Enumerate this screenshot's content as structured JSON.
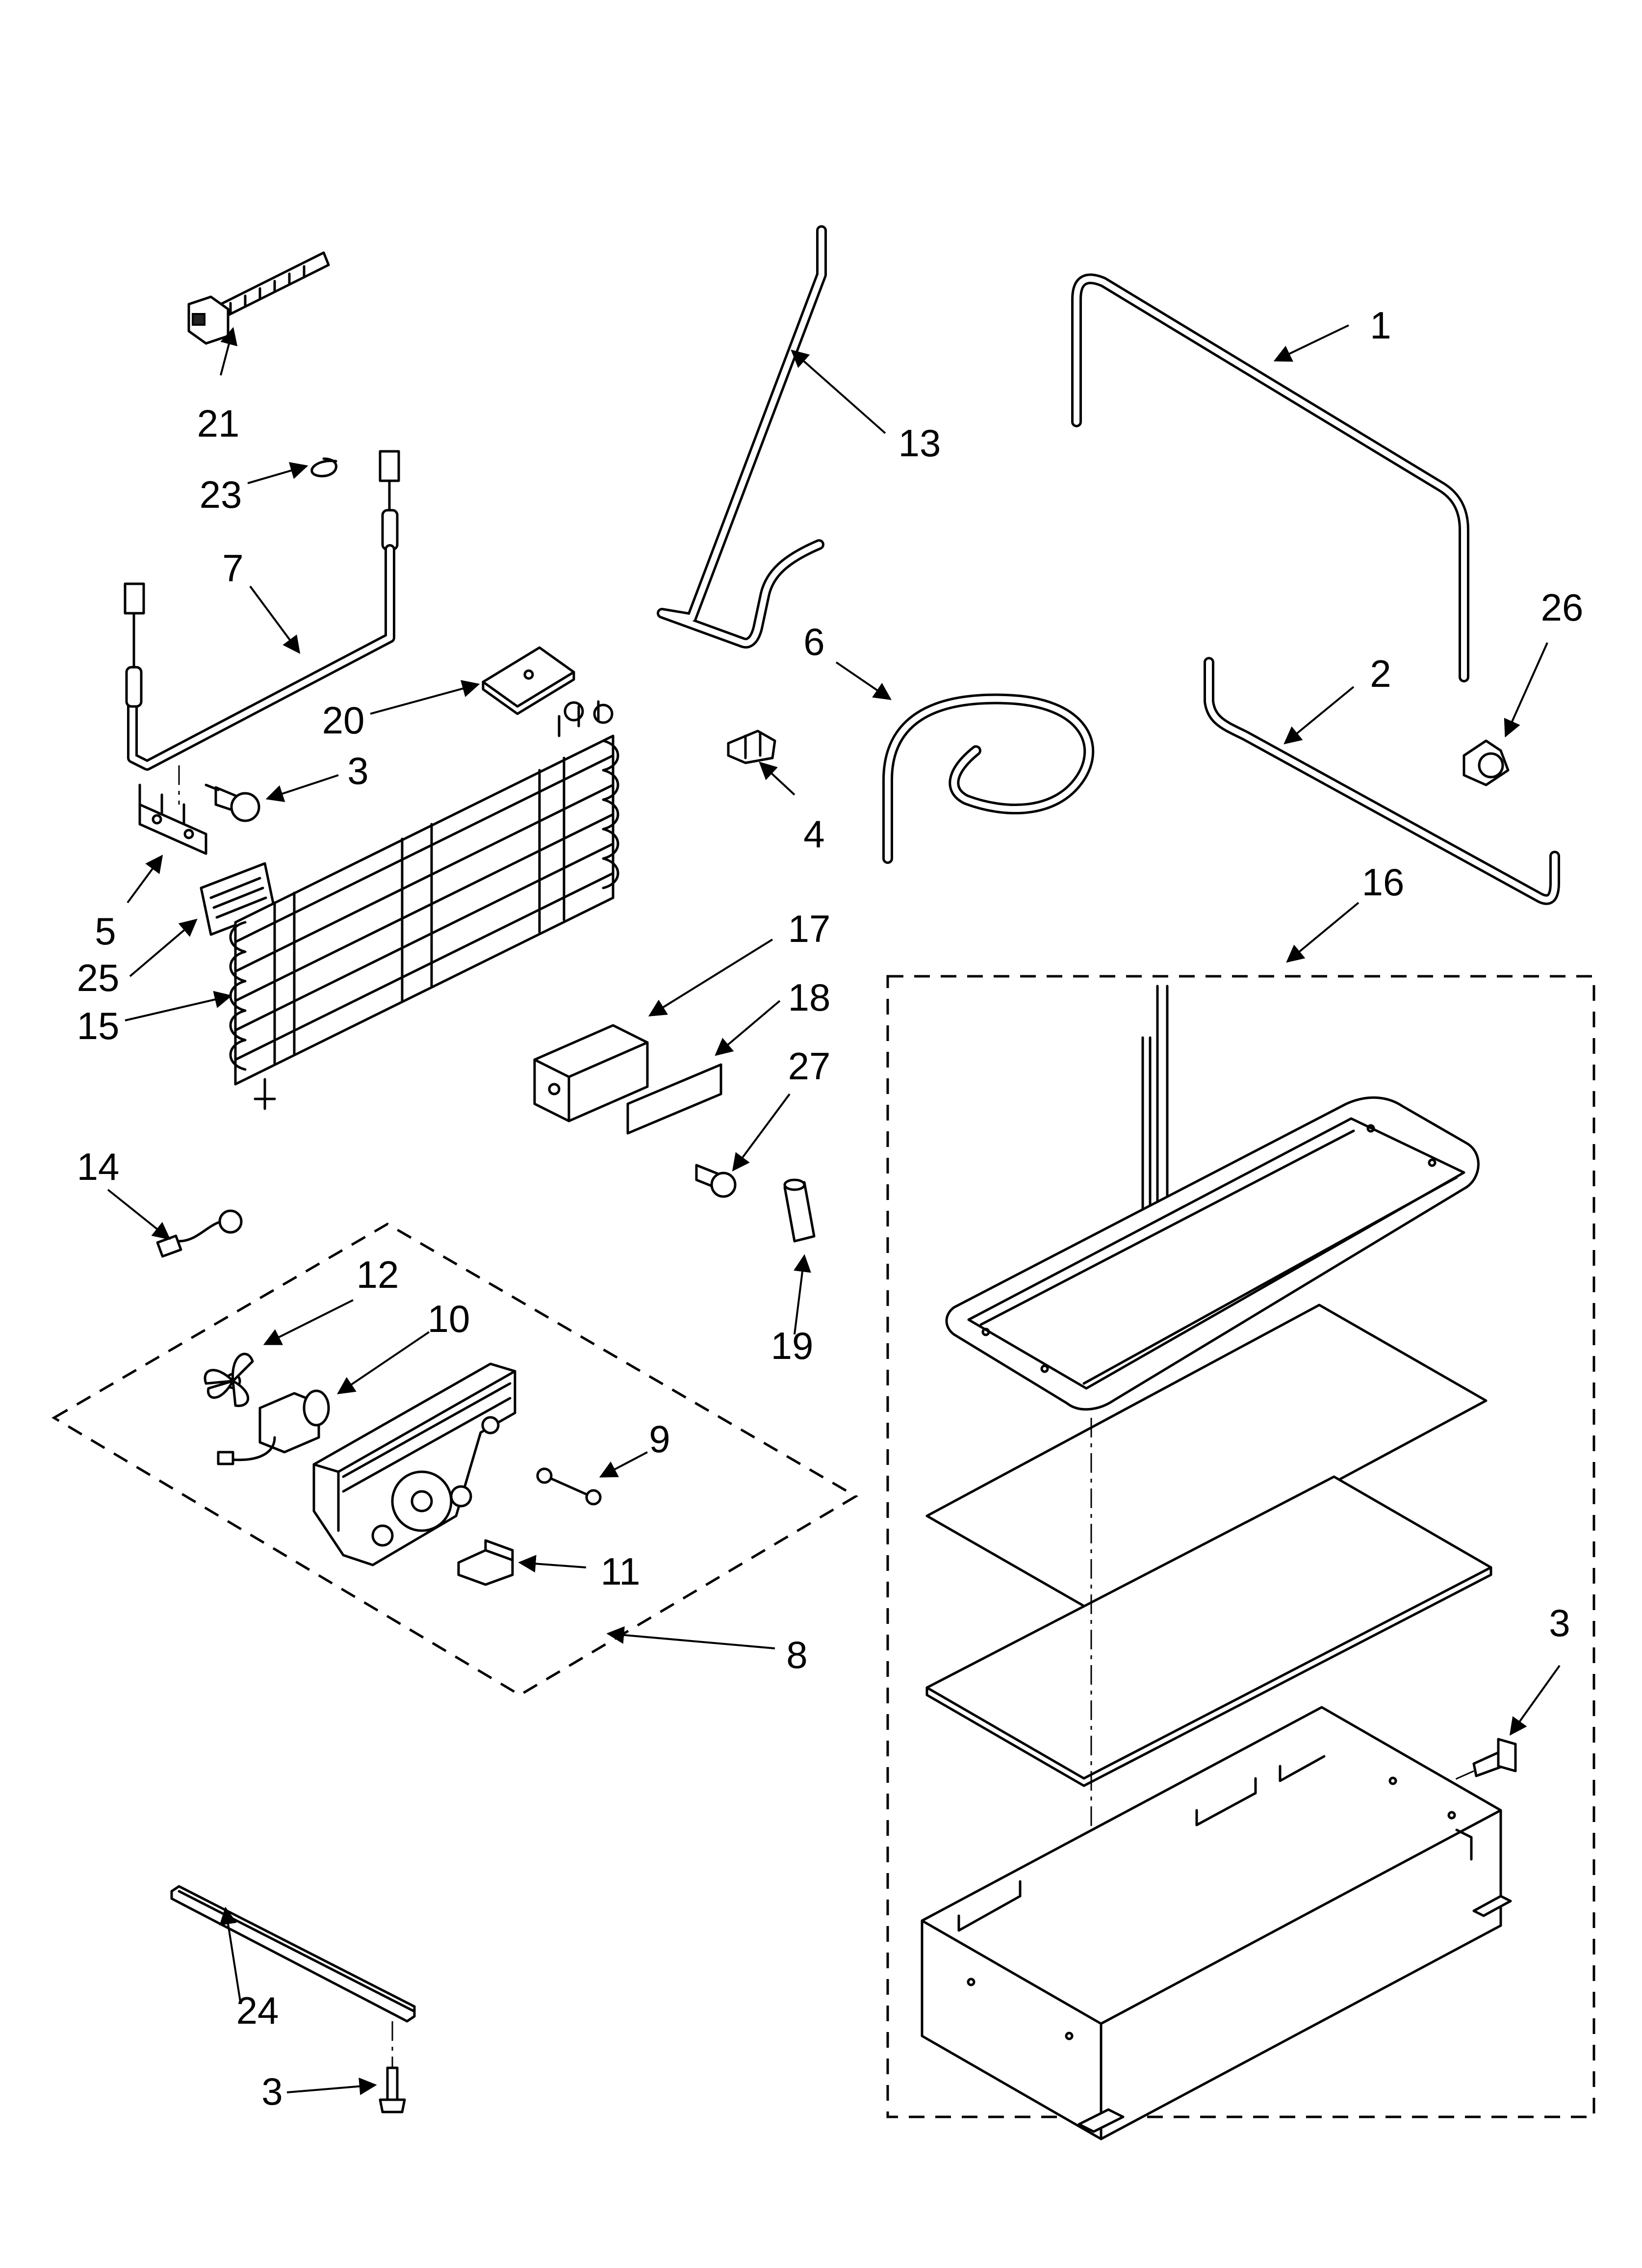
{
  "callouts": {
    "c1": "1",
    "c2": "2",
    "c3a": "3",
    "c3b": "3",
    "c3c": "3",
    "c4": "4",
    "c5": "5",
    "c6": "6",
    "c7": "7",
    "c8": "8",
    "c9": "9",
    "c10": "10",
    "c11": "11",
    "c12": "12",
    "c13": "13",
    "c14": "14",
    "c15": "15",
    "c16": "16",
    "c17": "17",
    "c18": "18",
    "c19": "19",
    "c20": "20",
    "c21": "21",
    "c23": "23",
    "c24": "24",
    "c25": "25",
    "c26": "26",
    "c27": "27"
  }
}
